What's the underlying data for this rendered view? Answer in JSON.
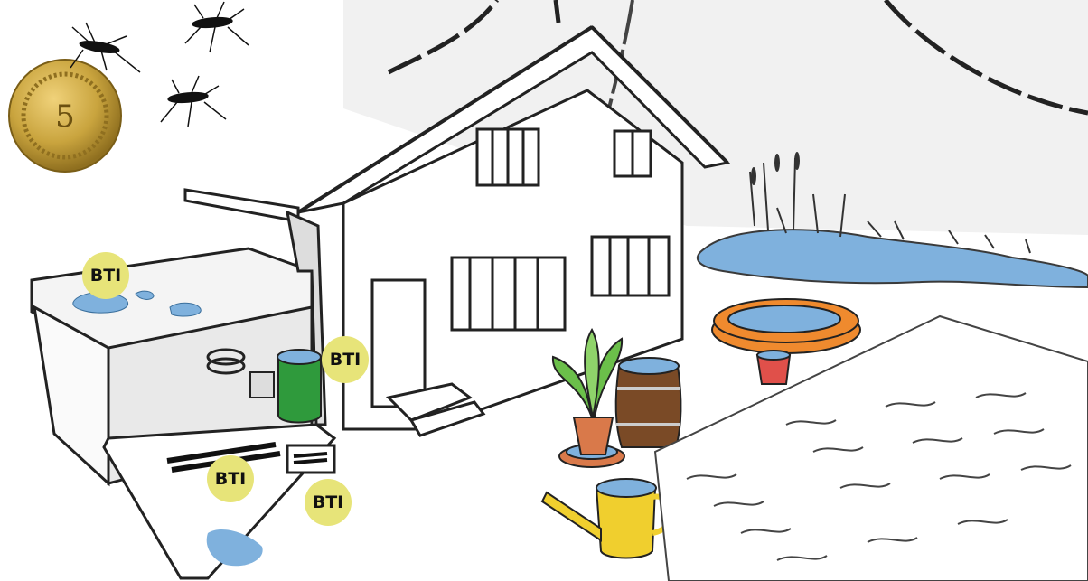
{
  "scene": {
    "coin": {
      "value": "5",
      "color": "#c9a43e"
    },
    "markers": [
      {
        "label": "BTI",
        "location": "garage-roof"
      },
      {
        "label": "BTI",
        "location": "rain-barrel"
      },
      {
        "label": "BTI",
        "location": "garage-gutter-drain"
      },
      {
        "label": "BTI",
        "location": "floor-drain"
      }
    ],
    "colors": {
      "marker": "#e7e479",
      "water": "#7fb1dd",
      "barrel": "#2f9a3c",
      "pool": "#ef8a2e",
      "bucket": "#e0504a",
      "watering_can": "#f0cf2e",
      "wood_barrel": "#7a4a26",
      "pot": "#d9794a"
    }
  }
}
